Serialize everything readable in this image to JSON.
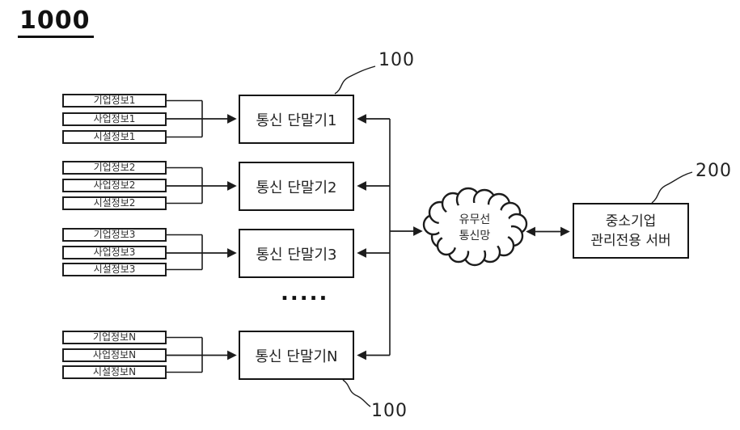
{
  "title": "1000",
  "refs": {
    "terminal_top": "100",
    "terminal_bottom": "100",
    "server": "200"
  },
  "groups": [
    {
      "infos": [
        "기업정보1",
        "사업정보1",
        "시설정보1"
      ],
      "terminal": "통신 단말기1"
    },
    {
      "infos": [
        "기업정보2",
        "사업정보2",
        "시설정보2"
      ],
      "terminal": "통신 단말기2"
    },
    {
      "infos": [
        "기업정보3",
        "사업정보3",
        "시설정보3"
      ],
      "terminal": "통신 단말기3"
    },
    {
      "infos": [
        "기업정보N",
        "사업정보N",
        "시설정보N"
      ],
      "terminal": "통신 단말기N"
    }
  ],
  "ellipsis": ".....",
  "cloud": {
    "line1": "유무선",
    "line2": "통신망"
  },
  "server": {
    "line1": "중소기업",
    "line2": "관리전용 서버"
  },
  "colors": {
    "line": "#1c1c1c",
    "background": "#ffffff"
  }
}
